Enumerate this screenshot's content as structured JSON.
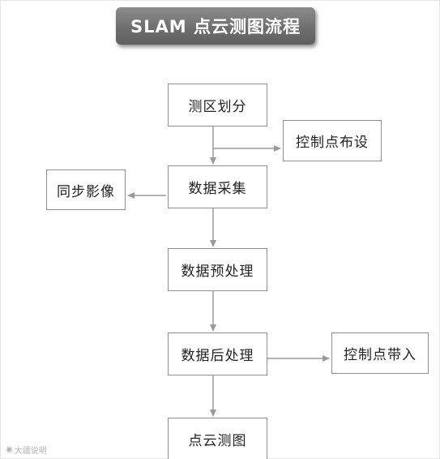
{
  "title": "SLAM 点云测图流程",
  "nodes": {
    "zone": "测区划分",
    "control_setup": "控制点布设",
    "collect": "数据采集",
    "sync_image": "同步影像",
    "preprocess": "数据预处理",
    "postprocess": "数据后处理",
    "control_bring": "控制点带入",
    "pointcloud_map": "点云测图"
  },
  "watermark": {
    "icon": "camera-icon",
    "text": "大疆说明"
  },
  "colors": {
    "banner": "#6f6f6f",
    "border": "#8f8f8f",
    "arrow": "#9a9a9a"
  }
}
